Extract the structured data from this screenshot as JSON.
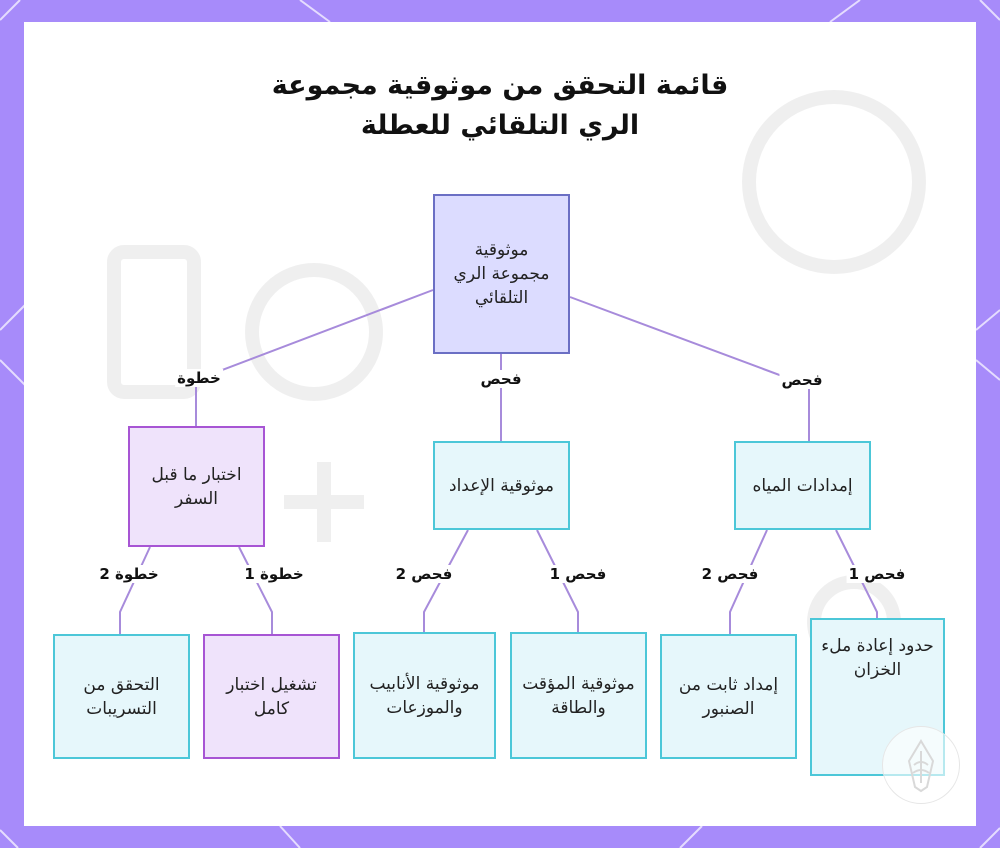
{
  "title": {
    "line1": "قائمة التحقق من موثوقية مجموعة",
    "line2": "الري التلقائي للعطلة"
  },
  "nodes": {
    "root": "موثوقية مجموعة الري التلقائي",
    "pre_trip": "اختبار ما قبل السفر",
    "setup": "موثوقية الإعداد",
    "water": "إمدادات المياه",
    "check_leaks": "التحقق من التسريبات",
    "full_test": "تشغيل اختبار كامل",
    "tubing": "موثوقية الأنابيب والموزعات",
    "timer_power": "موثوقية المؤقت والطاقة",
    "faucet": "إمداد ثابت من الصنبور",
    "refill": "حدود إعادة ملء الخزان"
  },
  "edges": {
    "root_pre_trip": "خطوة",
    "root_setup": "فحص",
    "root_water": "فحص",
    "pre_trip_leaks": "خطوة 2",
    "pre_trip_test": "خطوة 1",
    "setup_tubing": "فحص 2",
    "setup_timer": "فحص 1",
    "water_faucet": "فحص 2",
    "water_refill": "فحص 1"
  },
  "colors": {
    "frame": "#a78bfa",
    "edge": "#a78bdb",
    "root_fill": "#dcdcff",
    "root_border": "#6b6fc4",
    "cyan_fill": "#e6f7fb",
    "cyan_border": "#4cc7d8",
    "purple_fill": "#efe3fb",
    "purple_border": "#a755d4"
  },
  "icons": [
    "watermark-logo-icon"
  ]
}
